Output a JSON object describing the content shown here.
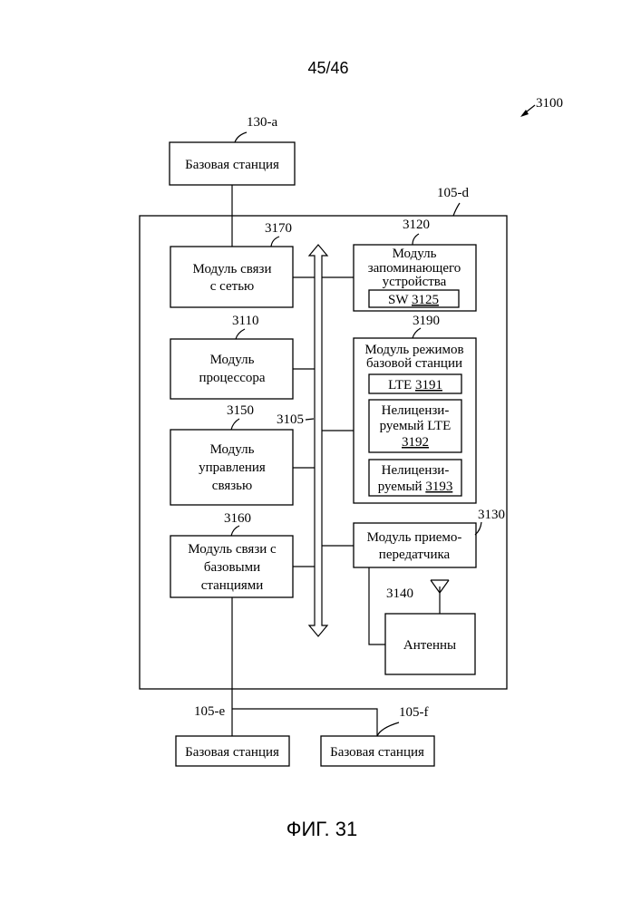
{
  "page_number": "45/46",
  "figure_caption": "ФИГ. 31",
  "diagram_ref": "3100",
  "top_station": {
    "ref": "130-a",
    "label": "Базовая станция"
  },
  "device": {
    "ref": "105-d"
  },
  "bus": {
    "ref": "3105"
  },
  "modules": {
    "network_comm": {
      "ref": "3170",
      "lines": [
        "Модуль связи",
        "с сетью"
      ]
    },
    "processor": {
      "ref": "3110",
      "lines": [
        "Модуль",
        "процессора"
      ]
    },
    "comm_manager": {
      "ref": "3150",
      "lines": [
        "Модуль",
        "управления",
        "связью"
      ]
    },
    "bs_comm": {
      "ref": "3160",
      "lines": [
        "Модуль связи с",
        "базовыми",
        "станциями"
      ]
    },
    "memory": {
      "ref": "3120",
      "lines": [
        "Модуль",
        "запоминающего",
        "устройства"
      ],
      "sw": {
        "prefix": "SW ",
        "ref": "3125"
      }
    },
    "bs_modes": {
      "ref": "3190",
      "lines": [
        "Модуль режимов",
        "базовой станции"
      ],
      "lte": {
        "prefix": "LTE ",
        "ref": "3191"
      },
      "unlicensed_lte": {
        "lines": [
          "Нелицензи-",
          "руемый LTE"
        ],
        "ref": "3192"
      },
      "unlicensed": {
        "line1": "Нелицензи-",
        "line2_prefix": "руемый ",
        "ref": "3193"
      }
    },
    "transceiver": {
      "ref": "3130",
      "lines": [
        "Модуль приемо-",
        "передатчика"
      ]
    },
    "antennas": {
      "ref": "3140",
      "label": "Антенны"
    }
  },
  "bottom_stations": [
    {
      "ref": "105-e",
      "label": "Базовая станция"
    },
    {
      "ref": "105-f",
      "label": "Базовая станция"
    }
  ]
}
